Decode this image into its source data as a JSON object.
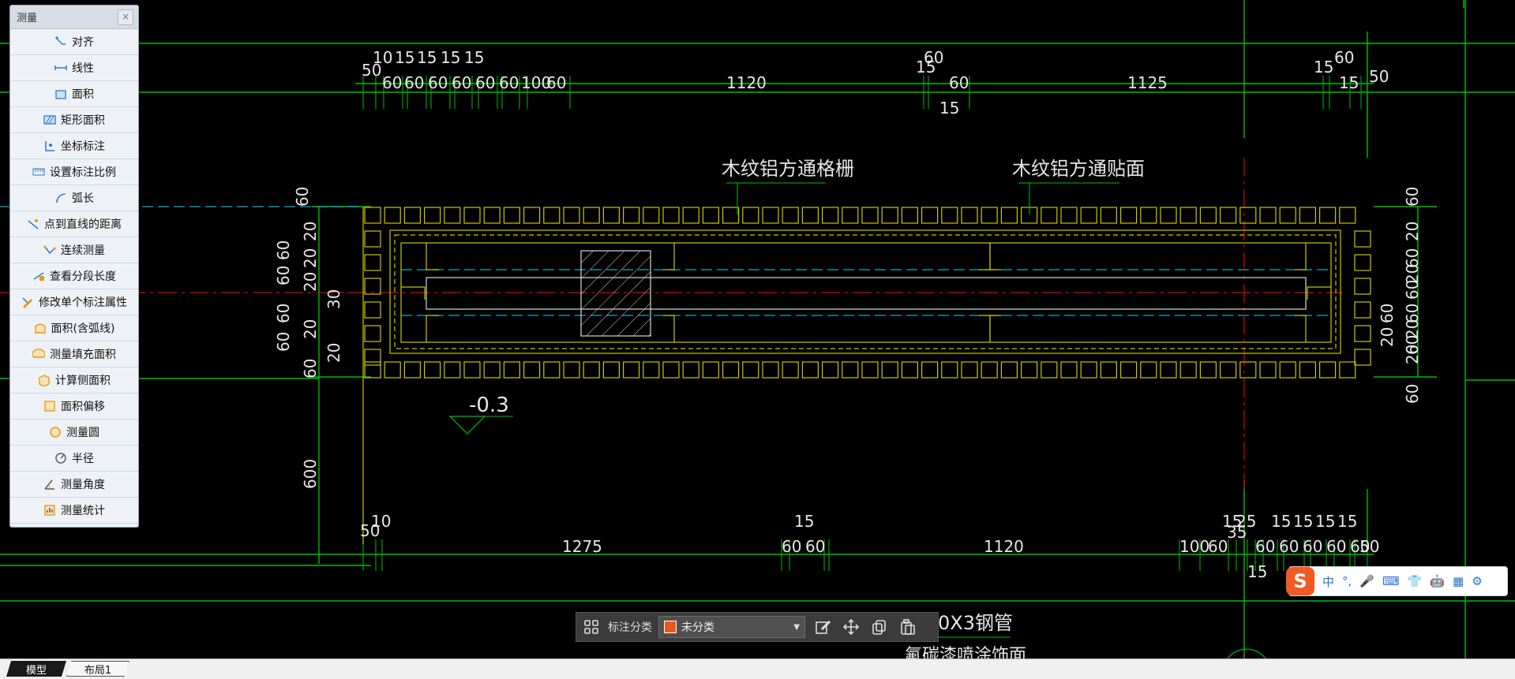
{
  "measure_panel": {
    "title": "测量",
    "close": "×",
    "tools": [
      {
        "label": "对齐",
        "icon": "align-icon"
      },
      {
        "label": "线性",
        "icon": "linear-icon"
      },
      {
        "label": "面积",
        "icon": "area-icon"
      },
      {
        "label": "矩形面积",
        "icon": "rect-area-icon"
      },
      {
        "label": "坐标标注",
        "icon": "coordinate-icon"
      },
      {
        "label": "设置标注比例",
        "icon": "scale-icon"
      },
      {
        "label": "弧长",
        "icon": "arc-length-icon"
      },
      {
        "label": "点到直线的距离",
        "icon": "point-line-icon"
      },
      {
        "label": "连续测量",
        "icon": "continuous-icon"
      },
      {
        "label": "查看分段长度",
        "icon": "segment-icon"
      },
      {
        "label": "修改单个标注属性",
        "icon": "edit-dim-icon"
      },
      {
        "label": "面积(含弧线)",
        "icon": "arc-area-icon"
      },
      {
        "label": "测量填充面积",
        "icon": "fill-area-icon"
      },
      {
        "label": "计算侧面积",
        "icon": "side-area-icon"
      },
      {
        "label": "面积偏移",
        "icon": "area-offset-icon"
      },
      {
        "label": "测量圆",
        "icon": "circle-icon"
      },
      {
        "label": "半径",
        "icon": "radius-icon"
      },
      {
        "label": "测量角度",
        "icon": "angle-icon"
      },
      {
        "label": "测量统计",
        "icon": "stats-icon"
      }
    ]
  },
  "drawing": {
    "top_dims": [
      "50",
      "10",
      "15",
      "15",
      "15",
      "15",
      "60",
      "60",
      "60",
      "60",
      "60",
      "60",
      "100",
      "60",
      "1120",
      "15",
      "60",
      "60",
      "15",
      "1125",
      "60",
      "15",
      "15",
      "50"
    ],
    "bottom_dims": [
      "50",
      "10",
      "1275",
      "15",
      "60",
      "60",
      "1120",
      "15",
      "25",
      "35",
      "100",
      "60",
      "15",
      "15",
      "15",
      "15",
      "60",
      "60",
      "60",
      "60",
      "60",
      "50",
      "15"
    ],
    "left_dims": [
      "60",
      "20",
      "60",
      "60",
      "60",
      "30",
      "20",
      "20",
      "20",
      "60",
      "20",
      "60",
      "600"
    ],
    "right_dims": [
      "60",
      "20",
      "60",
      "60",
      "20",
      "20",
      "60",
      "60",
      "20",
      "20",
      "60",
      "60"
    ],
    "label_grille": "木纹铝方通格栅",
    "label_face": "木纹铝方通贴面",
    "elevation": "-0.3",
    "bottom_text_1": "0X3钢管",
    "bottom_text_2": "氟碳漆喷涂饰面"
  },
  "annotation_bar": {
    "label": "标注分类",
    "selected": "未分类",
    "swatch_color": "#e8571c",
    "buttons": [
      "edit-icon",
      "move-icon",
      "copy-icon",
      "paste-icon"
    ]
  },
  "ime": {
    "logo": "S",
    "items": [
      "中",
      "°,",
      "🎤",
      "⌨",
      "👕",
      "🤖",
      "▦",
      "⚙"
    ]
  },
  "tabs": {
    "model": "模型",
    "layout": "布局1"
  },
  "colors": {
    "line_green": "#00c800",
    "yellow": "#c8c800",
    "cyan": "#00c8c8",
    "red": "#e00000",
    "text": "#e6e6e6"
  }
}
